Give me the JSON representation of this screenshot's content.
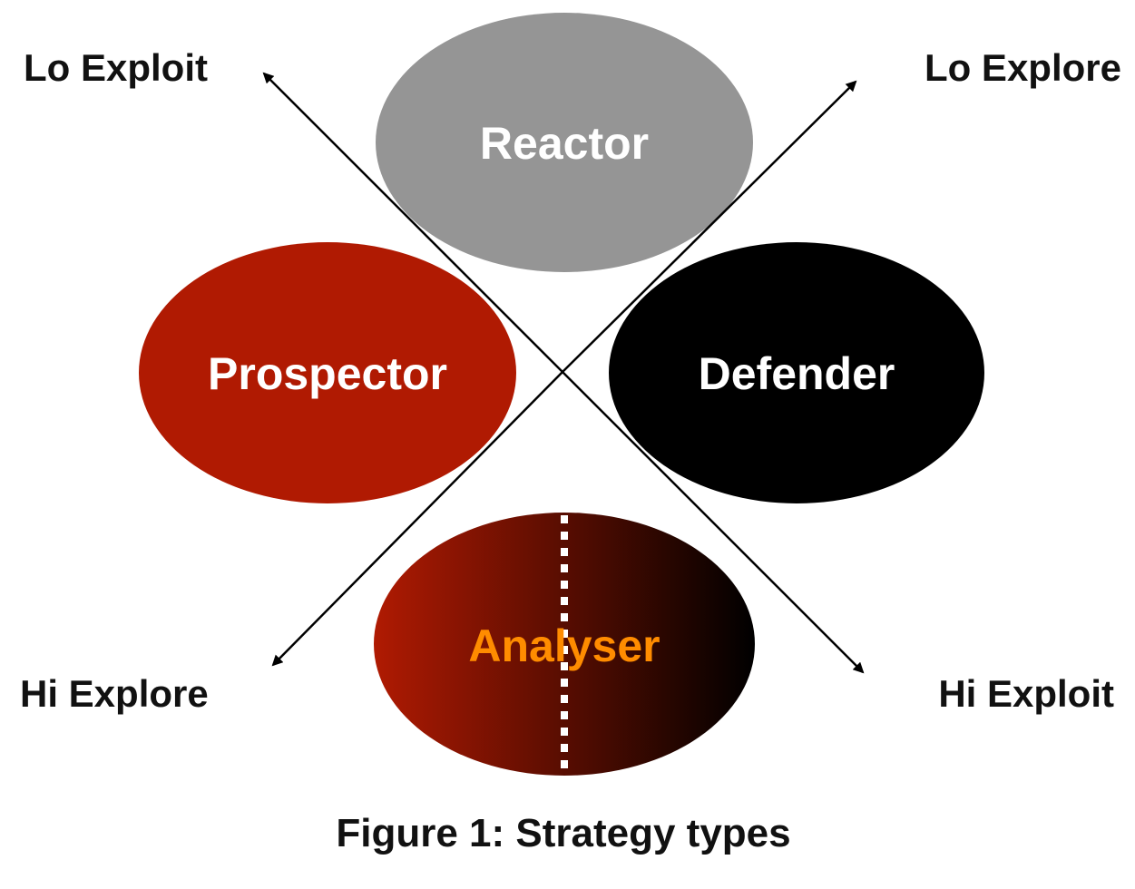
{
  "corners": {
    "top_left": "Lo Exploit",
    "top_right": "Lo Explore",
    "bottom_left": "Hi Explore",
    "bottom_right": "Hi Exploit"
  },
  "nodes": {
    "reactor": {
      "label": "Reactor",
      "fill": "#959595",
      "text_color": "#ffffff"
    },
    "prospector": {
      "label": "Prospector",
      "fill": "#b01a02",
      "text_color": "#ffffff"
    },
    "defender": {
      "label": "Defender",
      "fill": "#000000",
      "text_color": "#ffffff"
    },
    "analyser": {
      "label": "Analyser",
      "gradient_start": "#b01a02",
      "gradient_end": "#000000",
      "text_color": "#ff8c00"
    }
  },
  "caption": "Figure 1: Strategy types"
}
